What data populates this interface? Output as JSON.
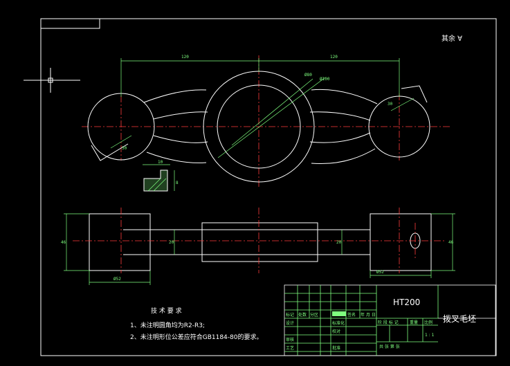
{
  "drawing": {
    "surface_note": "其余 ∀",
    "dimensions": {
      "center_span_left": "120",
      "center_span_right": "120",
      "dia_inner": "Ø80",
      "dia_outer": "Ø100",
      "radius_left": "30",
      "radius_right": "30",
      "detail_a": "10",
      "detail_b": "8",
      "height_left": "46",
      "height_right": "46",
      "web_left": "20",
      "web_right": "20",
      "boss_left": "Ø52",
      "boss_right": "Ø52"
    }
  },
  "tech_requirements": {
    "title": "技 术 要 求",
    "line1": "1、未注明圆角均为R2-R3;",
    "line2": "2、未注明形位公差应符合GB1184-80的要求。"
  },
  "title_block": {
    "material": "HT200",
    "part_name": "拨叉毛坯",
    "scale": "1 : 1",
    "label_mark": "标记",
    "label_count": "处数",
    "label_zone": "分区",
    "label_sign": "签名",
    "label_date": "年 月 日",
    "label_design": "设计",
    "label_standard": "标准化",
    "label_review": "审核",
    "label_check": "校对",
    "label_craft": "工艺",
    "label_approve": "批准",
    "label_stage": "阶 段 标 记",
    "label_weight": "重量",
    "label_ratio": "比例",
    "sheets": "共   张  第   张"
  }
}
